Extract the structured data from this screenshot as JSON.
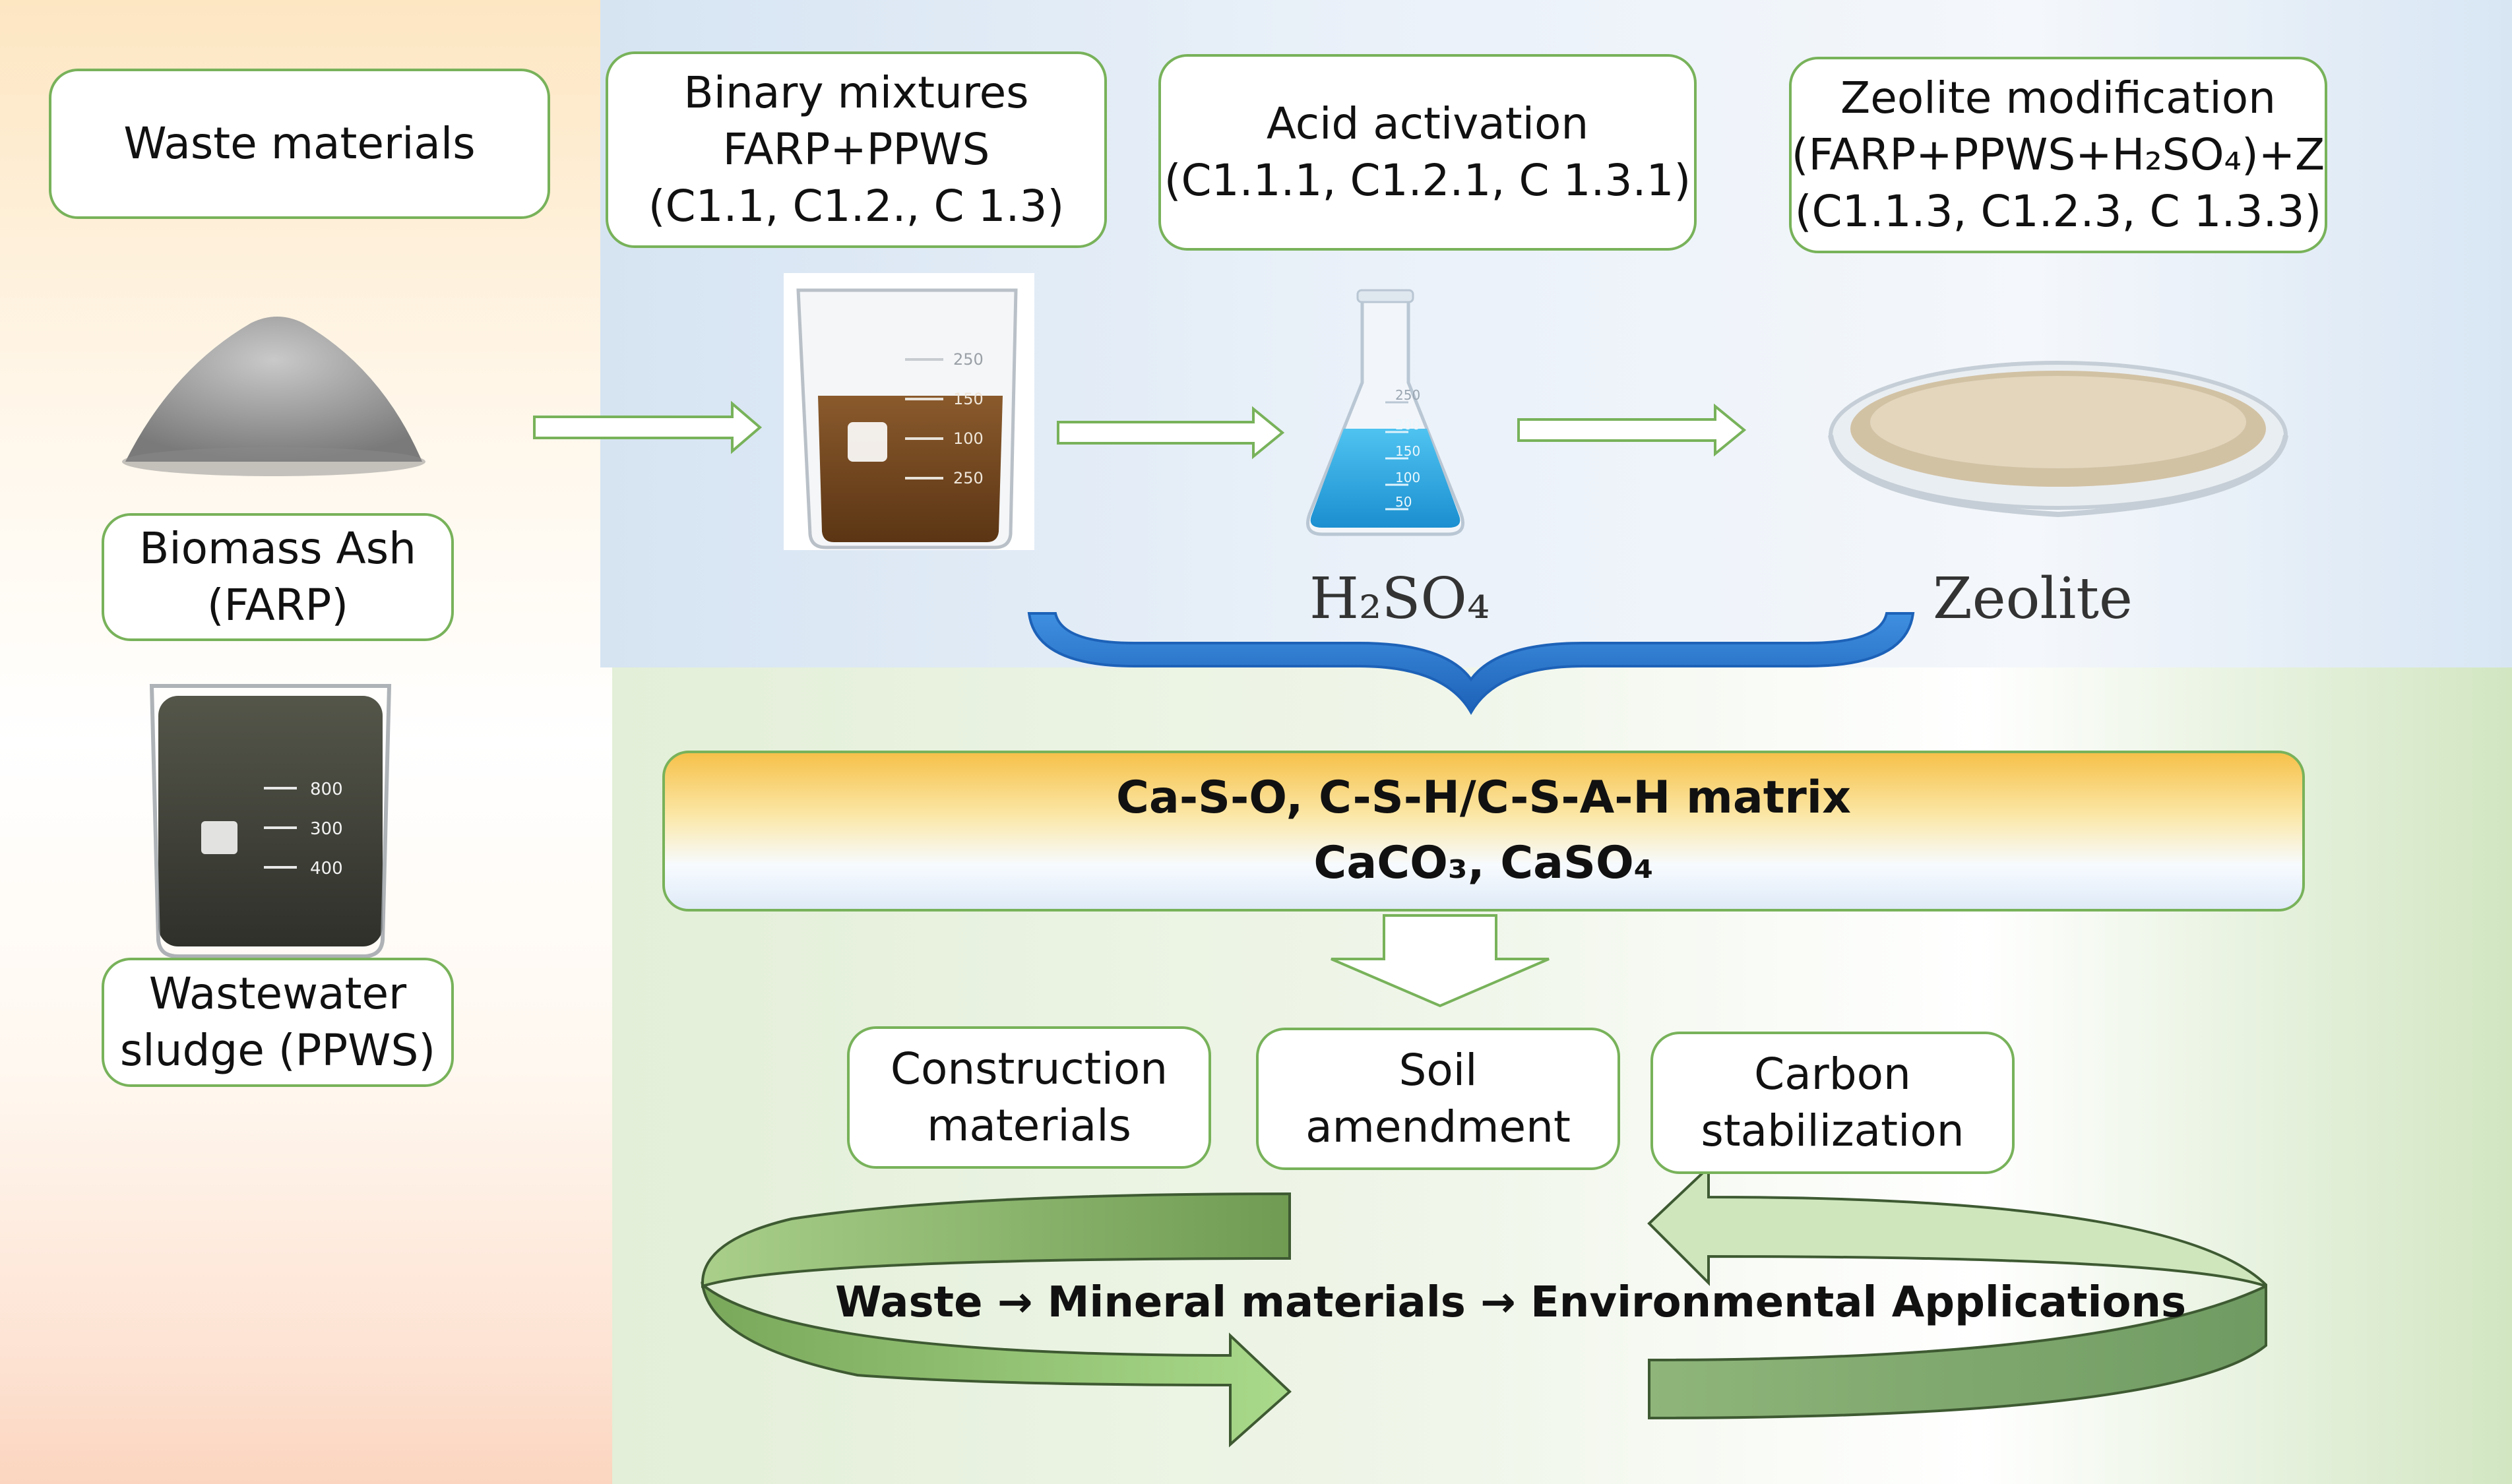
{
  "waste_materials": "Waste materials",
  "biomass_ash": [
    "Biomass Ash",
    "(FARP)"
  ],
  "sludge": [
    "Wastewater",
    "sludge (PPWS)"
  ],
  "binary_mixtures": [
    "Binary mixtures",
    "FARP+PPWS",
    "(C1.1, C1.2., C 1.3)"
  ],
  "acid_activation": [
    "Acid activation",
    "(C1.1.1, C1.2.1, C 1.3.1)"
  ],
  "zeolite_modification": [
    "Zeolite modification",
    "(FARP+PPWS+H₂SO₄)+Z",
    "(C1.1.3, C1.2.3, C 1.3.3)"
  ],
  "h2so4_label": "H₂SO₄",
  "zeolite_label": "Zeolite",
  "beaker_marks": [
    "250",
    "150",
    "100",
    "250"
  ],
  "flask_marks": [
    "250",
    "200",
    "150",
    "100",
    "50"
  ],
  "sludge_marks": [
    "800",
    "300",
    "400"
  ],
  "matrix": [
    "Ca-S-O, C-S-H/C-S-A-H matrix",
    "CaCO₃, CaSO₄"
  ],
  "applications": [
    [
      "Construction",
      "materials"
    ],
    [
      "Soil",
      "amendment"
    ],
    [
      "Carbon",
      "stabilization"
    ]
  ],
  "cycle_text": "Waste → Mineral materials → Environmental Applications"
}
